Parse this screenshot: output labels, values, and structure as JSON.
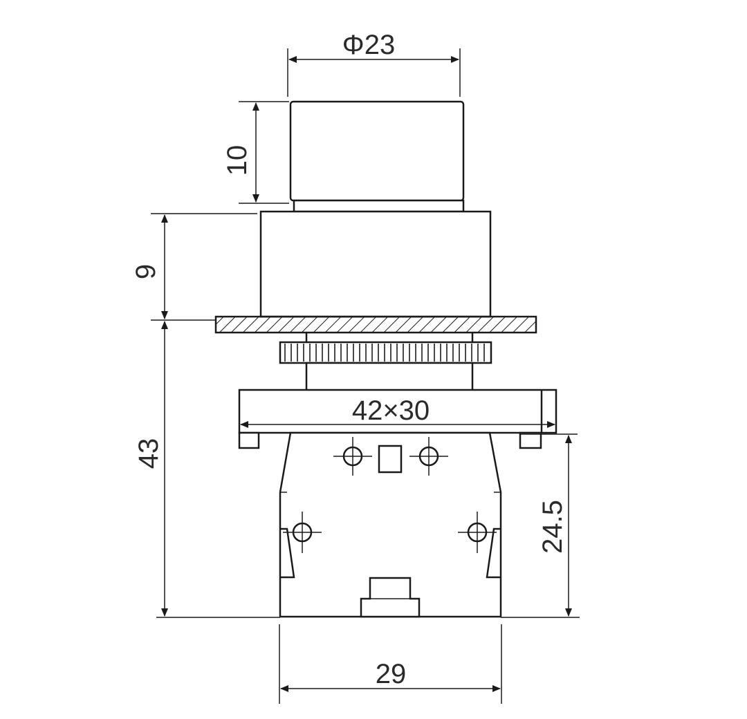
{
  "dimensions": {
    "cap_diameter": "Φ23",
    "cap_height": "10",
    "bezel_height": "9",
    "body_height": "43",
    "block_size": "42×30",
    "contact_height": "24.5",
    "contact_width": "29"
  },
  "colors": {
    "line": "#1a1a1a",
    "text": "#2a2a2a",
    "background": "#ffffff"
  }
}
